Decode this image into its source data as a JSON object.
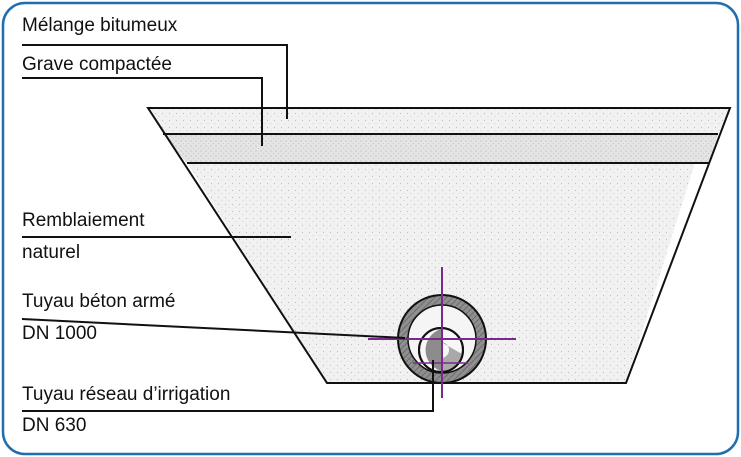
{
  "labels": {
    "bituminous": "Mélange bitumeux",
    "gravel": "Grave compactée",
    "backfill_line1": "Remblaiement",
    "backfill_line2": "naturel",
    "concrete_pipe_line1": "Tuyau béton armé",
    "concrete_pipe_line2": "DN 1000",
    "irrigation_pipe_line1": "Tuyau réseau d’irrigation",
    "irrigation_pipe_line2": "DN 630"
  },
  "colors": {
    "frame": "#1f6eb0",
    "crosshair": "#7a2a8a",
    "fill_light": "#ececec",
    "fill_dark": "#dedede",
    "pipe_inner": "#8c8c8c"
  }
}
